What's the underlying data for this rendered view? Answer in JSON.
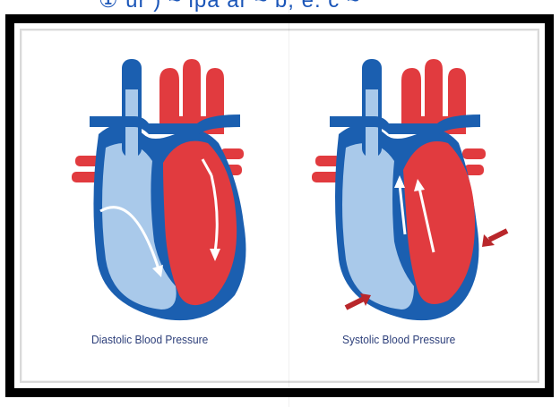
{
  "header_fragment": "① ur ) ~ ipa ar ~ b, e. c ~",
  "panels": {
    "left": {
      "caption": "Diastolic Blood Pressure"
    },
    "right": {
      "caption": "Systolic Blood Pressure"
    }
  },
  "colors": {
    "blue_dark": "#1b5fb0",
    "blue_light": "#a9c9ea",
    "red": "#e13b3f",
    "red_dark": "#b9272b",
    "frame": "#000000"
  }
}
